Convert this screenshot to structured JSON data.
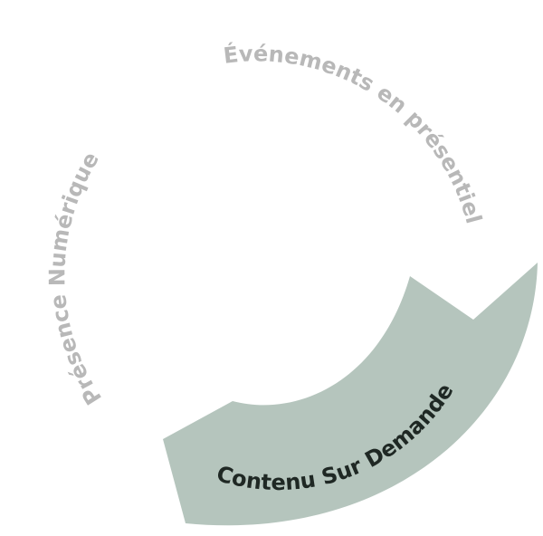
{
  "diagram": {
    "segments": [
      {
        "label": "Événements en présentiel",
        "active": false
      },
      {
        "label": "Présence Numérique",
        "active": false
      },
      {
        "label": "Contenu Sur Demande",
        "active": true
      }
    ]
  },
  "colors": {
    "active_fill": "#b5c5bd",
    "active_text": "#1f2824",
    "inactive_text": "#b8b8b8",
    "background": "#ffffff"
  }
}
